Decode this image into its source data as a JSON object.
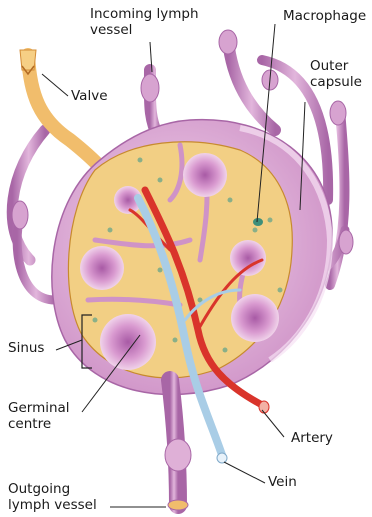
{
  "labels": {
    "incoming_vessel": [
      "Incoming lymph",
      "vessel"
    ],
    "macrophage": "Macrophage",
    "outer_capsule": [
      "Outer",
      "capsule"
    ],
    "valve": "Valve",
    "sinus": "Sinus",
    "germinal_centre": [
      "Germinal",
      "centre"
    ],
    "artery": "Artery",
    "vein": "Vein",
    "outgoing_vessel": [
      "Outgoing",
      "lymph vessel"
    ]
  },
  "colors": {
    "vessel": "#c98fc3",
    "vessel_dark": "#9c5fa0",
    "capsule": "#e2b6dc",
    "parenchyma": "#f2cf84",
    "nodule": "#bb6fb0",
    "artery": "#d9342b",
    "vein": "#a9cde6",
    "valve_vessel": "#f1bd6c"
  }
}
